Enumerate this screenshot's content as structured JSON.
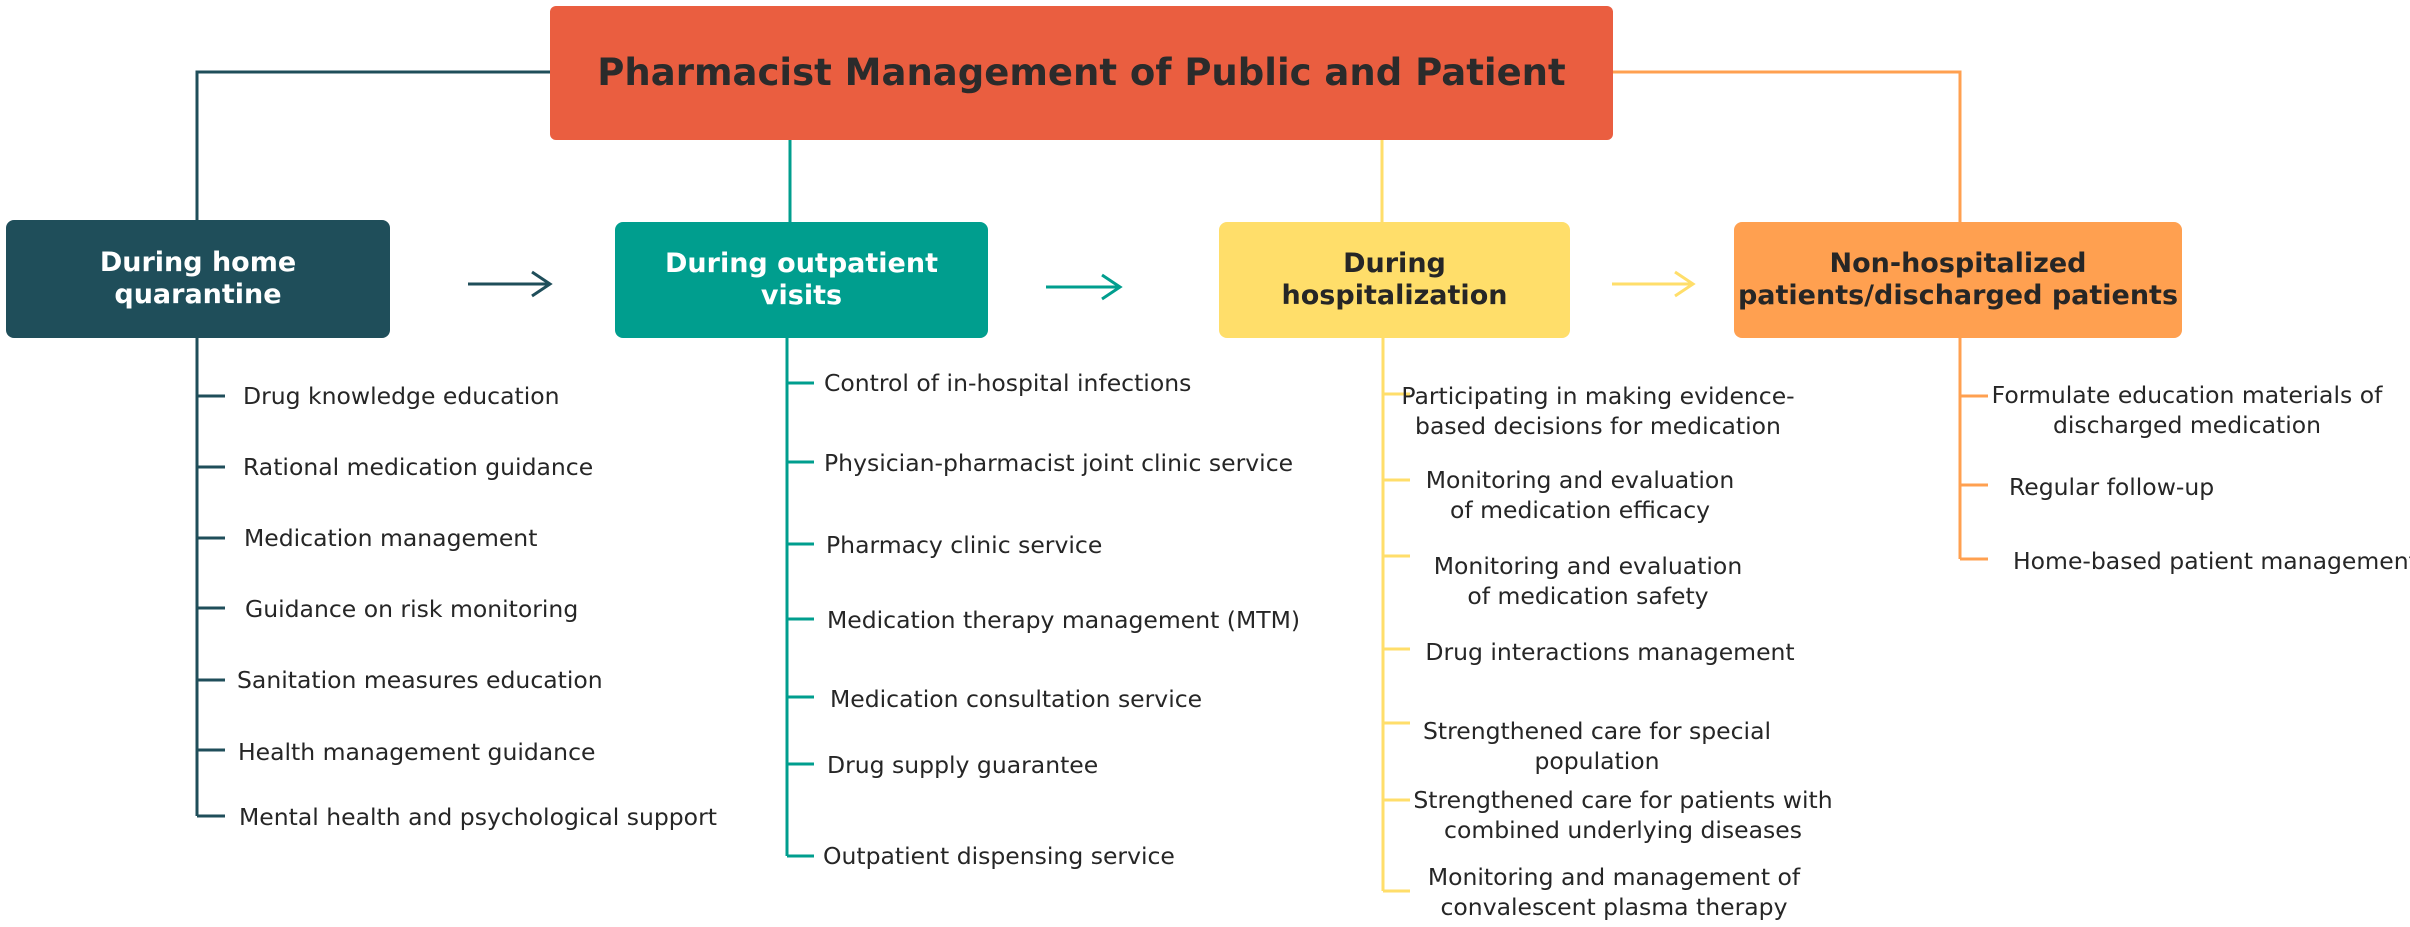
{
  "title": "Pharmacist Management of Public and Patient",
  "colors": {
    "title": "#EA5E40",
    "home_quarantine": "#1F4E5A",
    "outpatient": "#009E8E",
    "hospitalization": "#FFDE6A",
    "non_hospitalized": "#FFA050"
  },
  "categories": [
    {
      "label": "During home quarantine",
      "items": [
        "Drug knowledge education",
        "Rational medication guidance",
        "Medication management",
        "Guidance on risk monitoring",
        "Sanitation measures education",
        "Health management guidance",
        "Mental health and psychological support"
      ]
    },
    {
      "label": "During outpatient visits",
      "items": [
        "Control of in-hospital infections",
        "Physician-pharmacist joint clinic service",
        "Pharmacy clinic service",
        "Medication therapy management (MTM)",
        "Medication consultation service",
        "Drug supply guarantee",
        "Outpatient dispensing service"
      ]
    },
    {
      "label": "During hospitalization",
      "items": [
        "Participating in making evidence-\nbased decisions for medication",
        "Monitoring and evaluation\nof medication efficacy",
        "Monitoring and evaluation\nof medication safety",
        "Drug interactions management",
        "Strengthened care for special\npopulation",
        "Strengthened care for patients with\ncombined underlying diseases",
        "Monitoring and management of\nconvalescent plasma therapy"
      ]
    },
    {
      "label": "Non-hospitalized\npatients/discharged patients",
      "items": [
        "Formulate education materials of\ndischarged medication",
        "Regular follow-up",
        "Home-based patient management"
      ]
    }
  ]
}
